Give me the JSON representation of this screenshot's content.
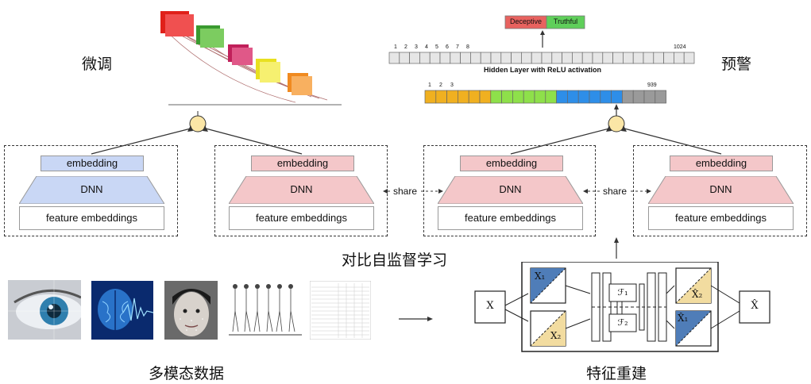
{
  "labels": {
    "finetune": "微调",
    "warning": "预警",
    "contrastive": "对比自监督学习",
    "multimodal": "多模态数据",
    "reconstruction": "特征重建"
  },
  "panel": {
    "embedding": "embedding",
    "dnn": "DNN",
    "feature": "feature embeddings",
    "share": "share"
  },
  "hidden_layer": {
    "title": "Hidden Layer with ReLU activation",
    "top_ticks": [
      "1",
      "2",
      "3",
      "4",
      "5",
      "6",
      "7",
      "8",
      "1024"
    ],
    "bottom_ticks": [
      "1",
      "2",
      "3",
      "939"
    ],
    "deceptive": "Deceptive",
    "truthful": "Truthful"
  },
  "reconstruction": {
    "x": "X",
    "x1": "X₁",
    "x2": "X₂",
    "f1": "ℱ₁",
    "f2": "ℱ₂",
    "x1_hat": "X̂₁",
    "x2_hat": "X̂₂",
    "x_hat": "X̂"
  },
  "colors": {
    "blue_fill": "#c9d7f5",
    "pink_fill": "#f4c7c9",
    "recon_blue": "#4f7db8",
    "recon_tan": "#f2dca0",
    "deceptive": "#e8625f",
    "truthful": "#5fcf5a"
  }
}
